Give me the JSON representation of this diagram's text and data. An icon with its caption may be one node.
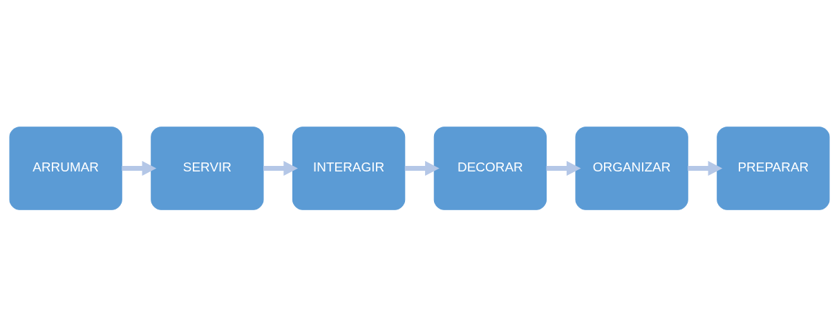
{
  "diagram": {
    "nodes": [
      {
        "text": [
          "ARRUMAR"
        ]
      },
      {
        "text": [
          "SERVIR"
        ]
      },
      {
        "text": [
          "INTERAGIR"
        ]
      },
      {
        "text": [
          "DECORAR"
        ]
      },
      {
        "text": [
          "ORGANIZAR"
        ]
      },
      {
        "text": [
          "PREPARAR"
        ]
      }
    ],
    "edges": [
      {
        "from": 0,
        "to": 1,
        "arrow": "to"
      },
      {
        "from": 1,
        "to": 2,
        "arrow": "to"
      },
      {
        "from": 2,
        "to": 3,
        "arrow": "to"
      },
      {
        "from": 3,
        "to": 4,
        "arrow": "to"
      },
      {
        "from": 4,
        "to": 5,
        "arrow": "to"
      }
    ]
  }
}
